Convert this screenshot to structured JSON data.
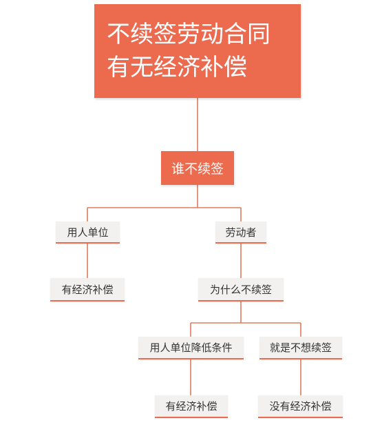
{
  "root": {
    "line1": "不续签劳动合同",
    "line2": "有无经济补偿"
  },
  "level1": "谁不续签",
  "employer": {
    "label": "用人单位",
    "result": "有经济补偿"
  },
  "worker": {
    "label": "劳动者",
    "question": "为什么不续签",
    "reason_a": {
      "label": "用人单位降低条件",
      "result": "有经济补偿"
    },
    "reason_b": {
      "label": "就是不想续签",
      "result": "没有经济补偿"
    }
  },
  "colors": {
    "accent": "#ec6a4e",
    "node_bg": "#f2f1ef",
    "connector": "#e07a5f"
  }
}
